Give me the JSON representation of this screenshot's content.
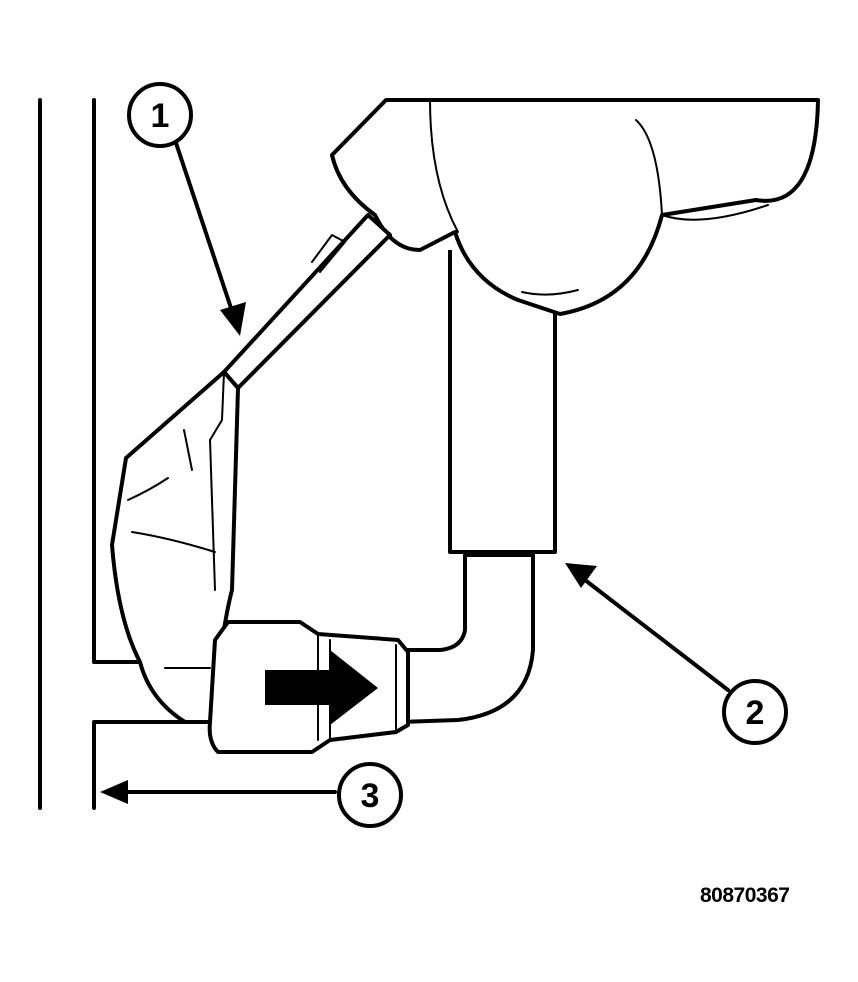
{
  "callouts": [
    {
      "id": "callout-1",
      "label": "1"
    },
    {
      "id": "callout-2",
      "label": "2"
    },
    {
      "id": "callout-3",
      "label": "3"
    }
  ],
  "figure_id": "80870367"
}
